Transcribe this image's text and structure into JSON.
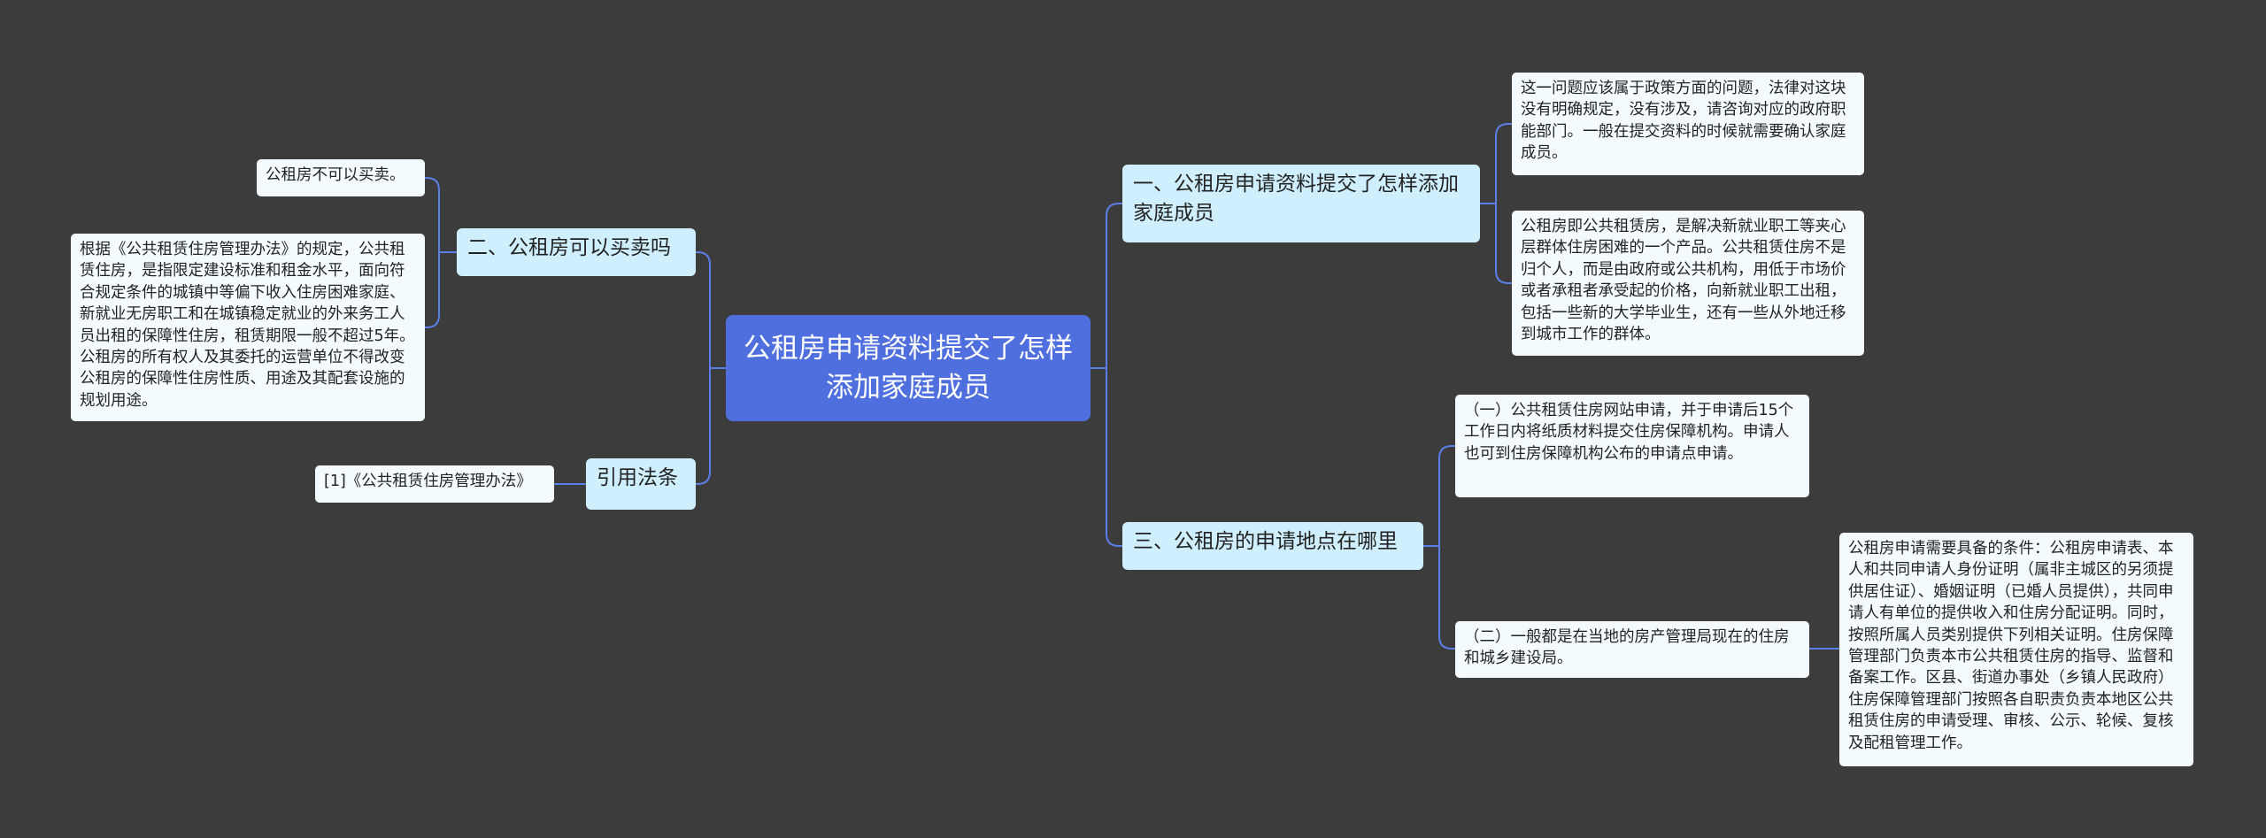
{
  "colors": {
    "background": "#3c3c3d",
    "root_fill": "#4f6fdf",
    "branch_fill": "#cfeffe",
    "leaf_fill": "#f4fbff",
    "connector": "#5b7fe6"
  },
  "mindmap": {
    "root": "公租房申请资料提交了怎样添加家庭成员",
    "branch1": {
      "label": "一、公租房申请资料提交了怎样添加家庭成员",
      "leaf1": "这一问题应该属于政策方面的问题，法律对这块没有明确规定，没有涉及，请咨询对应的政府职能部门。一般在提交资料的时候就需要确认家庭成员。",
      "leaf2": "公租房即公共租赁房，是解决新就业职工等夹心层群体住房困难的一个产品。公共租赁住房不是归个人，而是由政府或公共机构，用低于市场价或者承租者承受起的价格，向新就业职工出租，包括一些新的大学毕业生，还有一些从外地迁移到城市工作的群体。"
    },
    "branch2": {
      "label": "二、公租房可以买卖吗",
      "leaf1": "公租房不可以买卖。",
      "leaf2": "根据《公共租赁住房管理办法》的规定，公共租赁住房，是指限定建设标准和租金水平，面向符合规定条件的城镇中等偏下收入住房困难家庭、新就业无房职工和在城镇稳定就业的外来务工人员出租的保障性住房，租赁期限一般不超过5年。公租房的所有权人及其委托的运营单位不得改变公租房的保障性住房性质、用途及其配套设施的规划用途。"
    },
    "branch3": {
      "label": "三、公租房的申请地点在哪里",
      "leaf1": "（一）公共租赁住房网站申请，并于申请后15个工作日内将纸质材料提交住房保障机构。申请人也可到住房保障机构公布的申请点申请。",
      "leaf2": "（二）一般都是在当地的房产管理局现在的住房和城乡建设局。",
      "leaf2_child": "公租房申请需要具备的条件：公租房申请表、本人和共同申请人身份证明（属非主城区的另须提供居住证）、婚姻证明（已婚人员提供），共同申请人有单位的提供收入和住房分配证明。同时，按照所属人员类别提供下列相关证明。住房保障管理部门负责本市公共租赁住房的指导、监督和备案工作。区县、街道办事处（乡镇人民政府）住房保障管理部门按照各自职责负责本地区公共租赁住房的申请受理、审核、公示、轮候、复核及配租管理工作。"
    },
    "branch4": {
      "label": "引用法条",
      "leaf1": "[1]《公共租赁住房管理办法》"
    }
  }
}
